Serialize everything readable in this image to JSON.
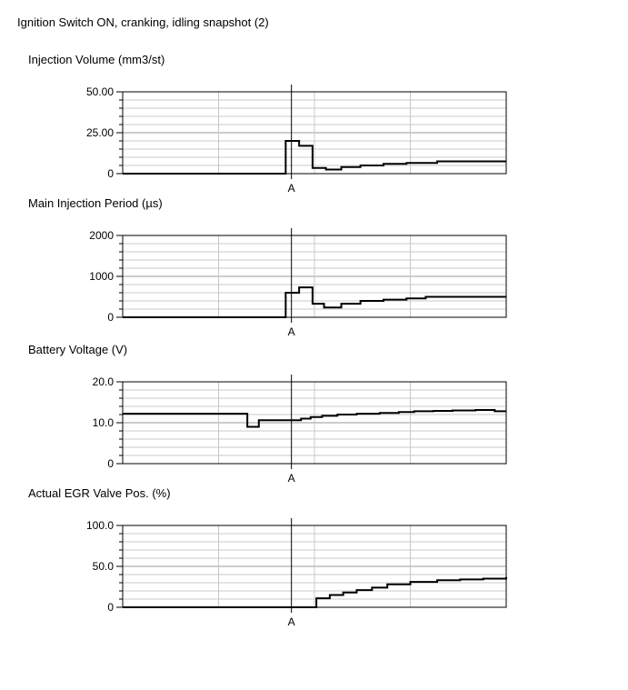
{
  "page_title": "Ignition Switch ON, cranking, idling snapshot (2)",
  "colors": {
    "background": "#ffffff",
    "line": "#000000",
    "grid_major": "#999999",
    "grid_minor": "#c8c8c8"
  },
  "chart_data": [
    {
      "type": "line",
      "title": "Injection Volume (mm3/st)",
      "xlabel": "",
      "ylabel": "",
      "grid": true,
      "step": true,
      "ylim": [
        0,
        50
      ],
      "xlim": [
        0,
        100
      ],
      "yticks": [
        0,
        25,
        50
      ],
      "ytick_labels": [
        "0",
        "25.00",
        "50.00"
      ],
      "x_marker": {
        "label": "A",
        "x": 44
      },
      "series": [
        {
          "x": [
            0,
            42.5,
            46,
            49.5,
            53,
            57,
            62,
            68,
            74,
            82,
            100
          ],
          "y": [
            0,
            20,
            17,
            3.5,
            2.5,
            4,
            5,
            6,
            6.5,
            7.5,
            7.5
          ]
        }
      ]
    },
    {
      "type": "line",
      "title": "Main Injection Period (µs)",
      "xlabel": "",
      "ylabel": "",
      "grid": true,
      "step": true,
      "ylim": [
        0,
        2000
      ],
      "xlim": [
        0,
        100
      ],
      "yticks": [
        0,
        1000,
        2000
      ],
      "ytick_labels": [
        "0",
        "1000",
        "2000"
      ],
      "x_marker": {
        "label": "A",
        "x": 44
      },
      "series": [
        {
          "x": [
            0,
            42.5,
            46,
            49.5,
            52.5,
            57,
            62,
            68,
            74,
            79,
            100
          ],
          "y": [
            0,
            600,
            730,
            330,
            240,
            330,
            400,
            430,
            460,
            500,
            500
          ]
        }
      ]
    },
    {
      "type": "line",
      "title": "Battery Voltage (V)",
      "xlabel": "",
      "ylabel": "",
      "grid": true,
      "step": true,
      "ylim": [
        0,
        20
      ],
      "xlim": [
        0,
        100
      ],
      "yticks": [
        0,
        10,
        20
      ],
      "ytick_labels": [
        "0",
        "10.0",
        "20.0"
      ],
      "x_marker": {
        "label": "A",
        "x": 44
      },
      "series": [
        {
          "x": [
            0,
            32.5,
            35.5,
            44,
            46.5,
            49,
            52,
            56,
            61,
            67,
            72,
            76,
            81,
            86,
            92,
            97,
            100
          ],
          "y": [
            12.2,
            9,
            10.6,
            10.6,
            11,
            11.4,
            11.7,
            12,
            12.2,
            12.4,
            12.6,
            12.8,
            12.9,
            13,
            13.1,
            12.8,
            12.8
          ]
        }
      ]
    },
    {
      "type": "line",
      "title": "Actual EGR Valve Pos. (%)",
      "xlabel": "",
      "ylabel": "",
      "grid": true,
      "step": true,
      "ylim": [
        0,
        100
      ],
      "xlim": [
        0,
        100
      ],
      "yticks": [
        0,
        50,
        100
      ],
      "ytick_labels": [
        "0",
        "50.0",
        "100.0"
      ],
      "x_marker": {
        "label": "A",
        "x": 44
      },
      "series": [
        {
          "x": [
            0,
            50.5,
            54,
            57.5,
            61,
            65,
            69,
            75,
            82,
            88,
            94,
            100
          ],
          "y": [
            0,
            11,
            15,
            18,
            21,
            24,
            28,
            31,
            33,
            34,
            35,
            37
          ]
        }
      ]
    }
  ]
}
